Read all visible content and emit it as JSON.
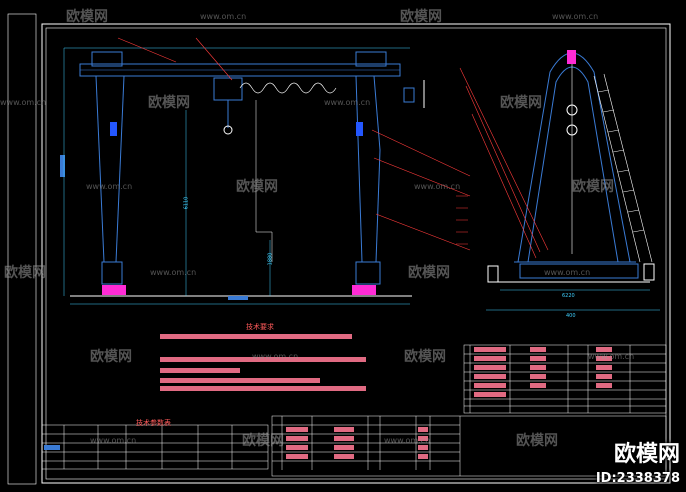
{
  "drawing": {
    "tech_requirements_title": "技术要求",
    "tech_params_title": "技术参数表",
    "dim_height": "6110",
    "dim_lower": "1880",
    "dim_base": "6220",
    "dim_side": "400"
  },
  "watermarks": {
    "brand": "欧模网",
    "url": "www.om.cn",
    "bottom_brand": "欧模网",
    "bottom_id": "ID:2338378"
  },
  "colors": {
    "background": "#000000",
    "frame": "#ffffff",
    "structure": "#3a7bd5",
    "annotation": "#ff3b3b",
    "magenta": "#ff2bd6",
    "cyan": "#3fd0ff"
  }
}
